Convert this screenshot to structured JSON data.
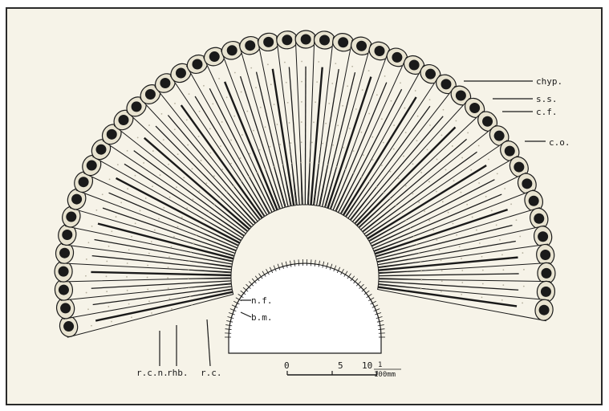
{
  "colors": {
    "paper": "#f6f3e8",
    "ink": "#1a1a1a",
    "frame": "#2a2a2a",
    "stipple": "#b7b2a0"
  },
  "labels": {
    "chyp": "chyp.",
    "ss": "s.s.",
    "cf": "c.f.",
    "co": "c.o.",
    "nf": "n.f.",
    "bm": "b.m.",
    "rcn": "r.c.n.",
    "rhb": "rhb.",
    "rc": "r.c."
  },
  "scale_bar": {
    "ticks": [
      "0",
      "5",
      "10"
    ],
    "unit_numerator": "1",
    "unit_denominator": "100mm"
  }
}
